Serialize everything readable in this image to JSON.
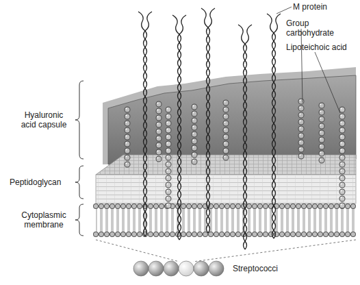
{
  "diagram": {
    "labels": [
      "M protein",
      "Group carbohydrate",
      "Lipoteichoic acid",
      "Hyaluronic acid capsule",
      "Peptidoglycan",
      "Cytoplasmic membrane",
      "Streptococci"
    ]
  }
}
